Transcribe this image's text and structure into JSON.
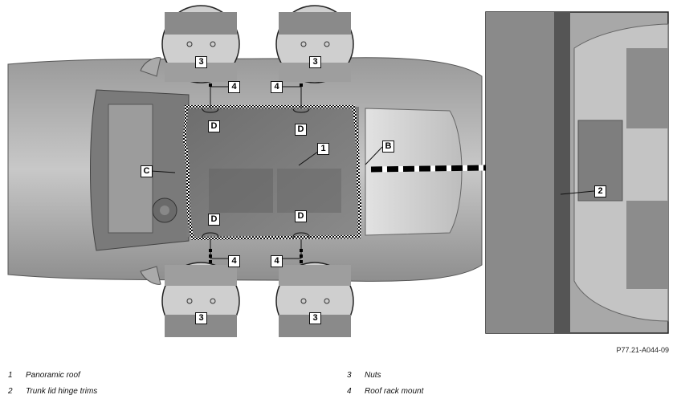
{
  "callouts": {
    "roof": "1",
    "hinge_trim": "2",
    "nuts": "3",
    "mount": "4",
    "b": "B",
    "c": "C",
    "d": "D"
  },
  "figure_code": "P77.21-A044-09",
  "legend": [
    {
      "num": "1",
      "text": "Panoramic roof"
    },
    {
      "num": "2",
      "text": "Trunk lid hinge trims"
    },
    {
      "num": "3",
      "text": "Nuts"
    },
    {
      "num": "4",
      "text": "Roof rack mount"
    }
  ]
}
